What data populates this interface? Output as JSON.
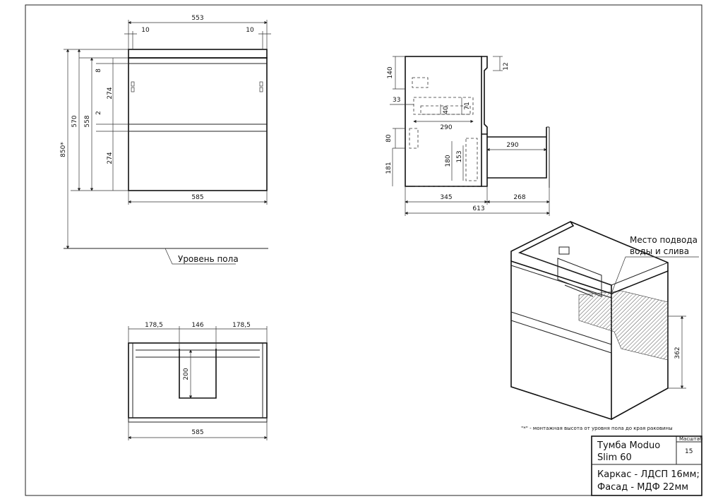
{
  "front_view": {
    "dims": {
      "top_width": "553",
      "inset_left": "10",
      "inset_right": "10",
      "total_height": "850*",
      "body_height": "570",
      "facade_height": "558",
      "gap_top": "8",
      "drawer1_height": "274",
      "gap_mid": "2",
      "drawer2_height": "274",
      "width": "585"
    }
  },
  "floor_label": "Уровень пола",
  "side_view": {
    "dims": {
      "h140": "140",
      "h12": "12",
      "w33": "33",
      "h71": "71",
      "h40": "40",
      "w290_top": "290",
      "h80": "80",
      "h180": "180",
      "h153": "153",
      "h181": "181",
      "w290_drawer": "290",
      "w345": "345",
      "w268": "268",
      "w613": "613"
    }
  },
  "top_view": {
    "dims": {
      "left": "178,5",
      "middle": "146",
      "right": "178,5",
      "cutout_depth": "200",
      "width": "585"
    }
  },
  "iso_view": {
    "callout_line1": "Место подвода",
    "callout_line2": "воды и слива",
    "dim_height": "362"
  },
  "footnote": "\"*\" - монтажная высота от уровня пола до края раковины",
  "title_block": {
    "name_line1": "Тумба Moduo",
    "name_line2": "Slim 60",
    "scale_label": "Масштаб",
    "scale_value": "15",
    "material_line1": "Каркас - ЛДСП 16мм;",
    "material_line2": "Фасад - МДФ 22мм"
  }
}
